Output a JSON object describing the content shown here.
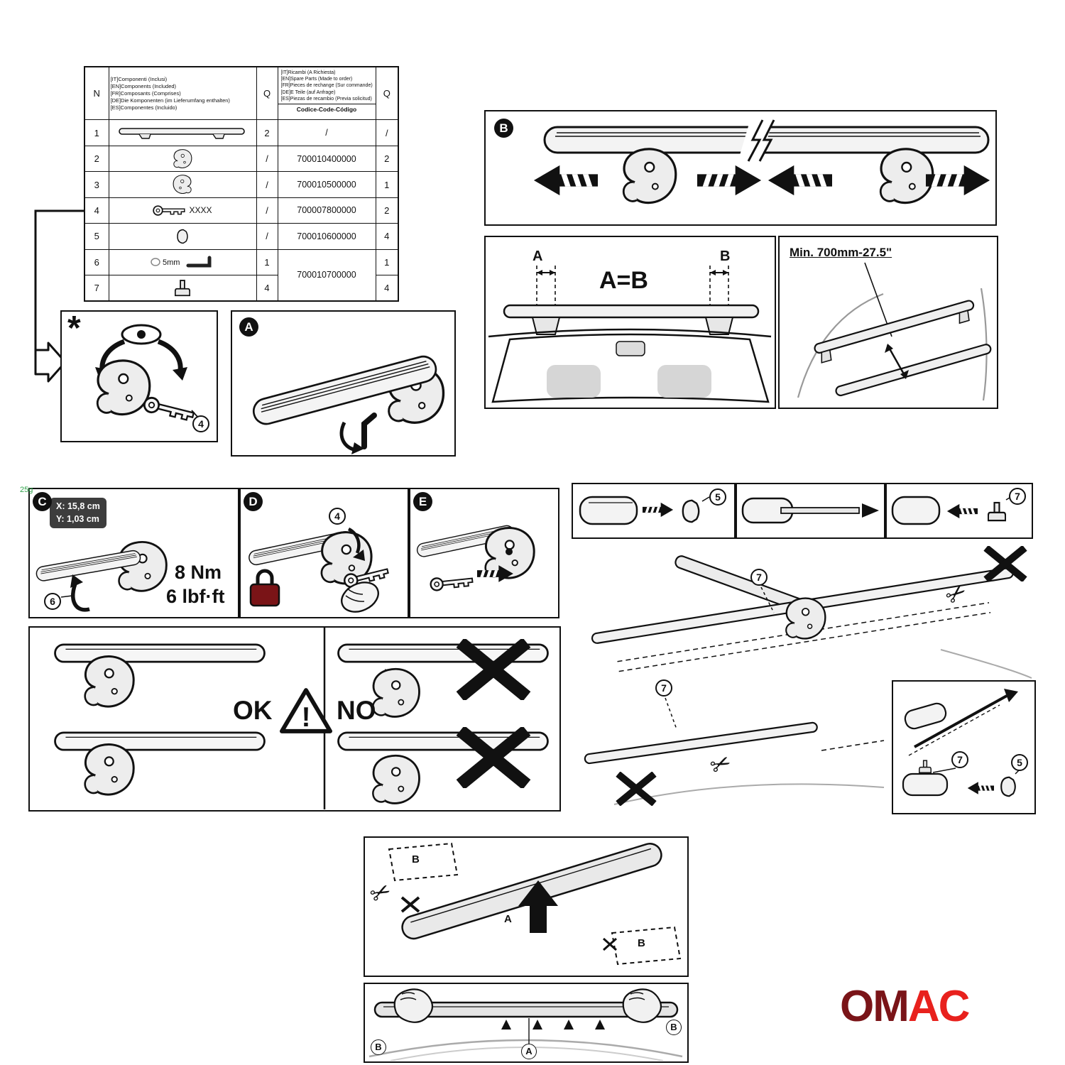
{
  "brand": {
    "om": "OM",
    "ac": "AC"
  },
  "stray_mark": "25g",
  "parts_table": {
    "col_n": "N",
    "col_q_included": "Q",
    "col_q_spare": "Q",
    "included_lines": [
      "[IT]Componenti (Inclusi)",
      "[EN]Components (Included)",
      "[FR]Composants (Comprises)",
      "[DE]Die Komponenten (im Lieferumfang enthalten)",
      "[ES]Componentes (Incluido)"
    ],
    "spare_lines": [
      "[IT]Ricambi (A Richiesta)",
      "[EN]Spare Parts (Made to order)",
      "[FR]Pieces de rechange (Sur commande)",
      "[DE]E Teile (auf Anfrage)",
      "[ES]Piezas de recambio (Previa solicitud)"
    ],
    "code_label": "Codice-Code-Código",
    "rows": [
      {
        "n": "1",
        "icon": "cross-bar-icon",
        "q_included": "2",
        "code": "/",
        "q_spare": "/"
      },
      {
        "n": "2",
        "icon": "mounting-foot-icon",
        "q_included": "/",
        "code": "700010400000",
        "q_spare": "2"
      },
      {
        "n": "3",
        "icon": "locking-clamp-icon",
        "q_included": "/",
        "code": "700010500000",
        "q_spare": "1"
      },
      {
        "n": "4",
        "icon": "key-icon",
        "key_label": "XXXX",
        "q_included": "/",
        "code": "700007800000",
        "q_spare": "2"
      },
      {
        "n": "5",
        "icon": "end-cap-icon",
        "q_included": "/",
        "code": "700010600000",
        "q_spare": "4"
      },
      {
        "n": "6",
        "icon": "allen-key-icon",
        "size_label": "5mm",
        "q_included": "1",
        "code": "700010700000",
        "q_spare": "1"
      },
      {
        "n": "7",
        "icon": "t-bolt-icon",
        "q_included": "4",
        "q_spare": "4"
      }
    ]
  },
  "badges": {
    "star": "*",
    "a": "A",
    "b": "B",
    "c": "C",
    "d": "D",
    "e": "E"
  },
  "refs": {
    "r4": "4",
    "r5": "5",
    "r6": "6",
    "r7": "7"
  },
  "panel_ab": {
    "equation": "A=B",
    "dim_a": "A",
    "dim_b": "B"
  },
  "panel_min": {
    "text": "Min. 700mm-27.5\""
  },
  "panel_c": {
    "x_label": "X: 15,8 cm",
    "y_label": "Y: 1,03 cm",
    "torque_nm": "8 Nm",
    "torque_lbf": "6 lbf·ft"
  },
  "panel_okno": {
    "ok": "OK",
    "no": "NO",
    "bang": "!"
  },
  "bottom_fit": {
    "a": "A",
    "b": "B"
  },
  "bottom_hands": {
    "a": "A",
    "b": "B"
  }
}
